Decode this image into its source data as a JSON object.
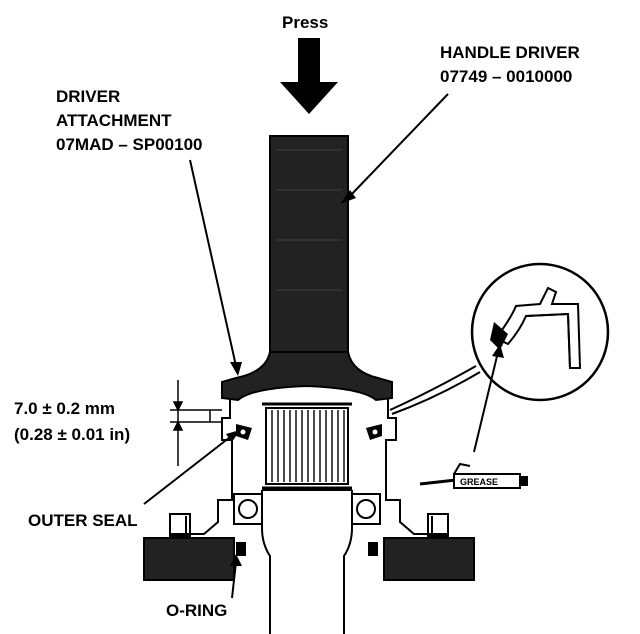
{
  "labels": {
    "press": "Press",
    "handle_driver_line1": "HANDLE DRIVER",
    "handle_driver_line2": "07749 – 0010000",
    "driver_attachment_line1": "DRIVER",
    "driver_attachment_line2": "ATTACHMENT",
    "driver_attachment_line3": "07MAD – SP00100",
    "dimension_line1": "7.0 ± 0.2 mm",
    "dimension_line2": "(0.28 ± 0.01 in)",
    "outer_seal": "OUTER SEAL",
    "o_ring": "O-RING",
    "grease": "GREASE"
  },
  "colors": {
    "ink": "#000000",
    "paper": "#ffffff",
    "tool_fill": "#222222"
  }
}
